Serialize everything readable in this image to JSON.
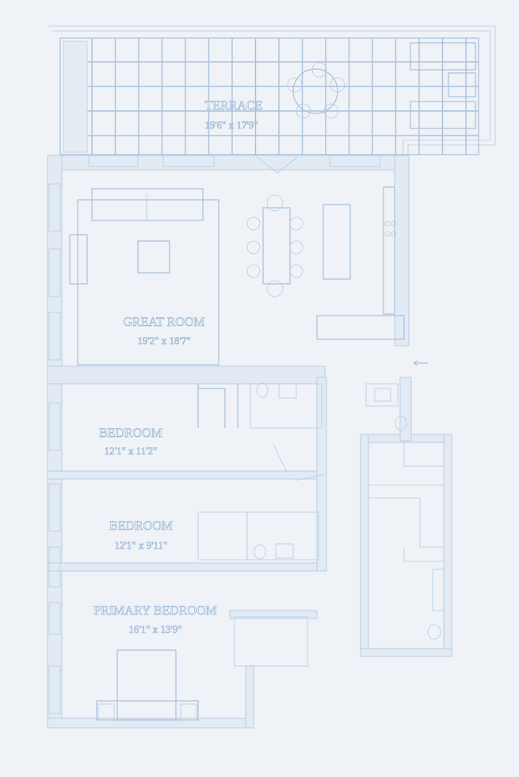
{
  "colors": {
    "background": "#eff2f6",
    "line": "#a8c0dc",
    "wall": "#e2eaf3"
  },
  "rooms": {
    "terrace": {
      "name": "TERRACE",
      "dims": "19'6\" x 17'9\""
    },
    "great_room": {
      "name": "GREAT ROOM",
      "dims": "19'2\" x 18'7\""
    },
    "bedroom_1": {
      "name": "BEDROOM",
      "dims": "12'1\" x 11'2\""
    },
    "bedroom_2": {
      "name": "BEDROOM",
      "dims": "12'1\" x 9'11\""
    },
    "primary_bedroom": {
      "name": "PRIMARY BEDROOM",
      "dims": "16'1\" x 13'9\""
    }
  },
  "icons": {
    "entry": "arrow-left-icon"
  }
}
